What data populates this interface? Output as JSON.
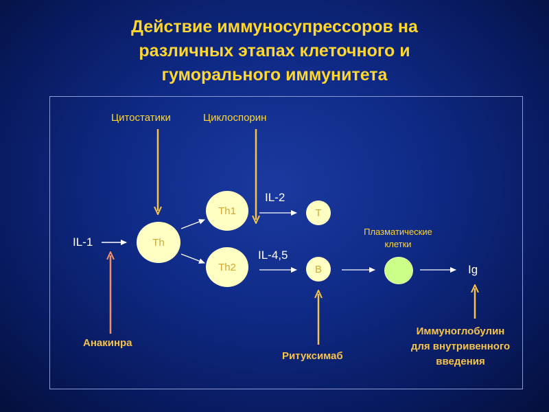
{
  "title": {
    "line1": "Действие иммуносупрессоров на",
    "line2": "различных этапах клеточного и",
    "line3": "гуморального иммунитета"
  },
  "drugs": {
    "cytostatics": "Цитостатики",
    "cyclosporin": "Циклоспорин",
    "anakinra": "Анакинра",
    "rituximab": "Ритуксимаб",
    "ivig_line1": "Иммуноглобулин",
    "ivig_line2": "для внутривенного",
    "ivig_line3": "введения"
  },
  "cells": {
    "th": "Th",
    "th1": "Th1",
    "th2": "Th2",
    "t": "T",
    "b": "B",
    "plasma_line1": "Плазматические",
    "plasma_line2": "клетки",
    "ig": "Ig"
  },
  "cytokines": {
    "il1": "IL-1",
    "il2": "IL-2",
    "il45": "IL-4,5"
  },
  "colors": {
    "title": "#ffd72e",
    "label": "#ffd72e",
    "inhibitor_arrow": "#f7c44a",
    "stimulator_arrow": "#f0906a",
    "cell": "#ffffc4",
    "plasma_cell": "#ccff88",
    "flow_arrow": "#ffffff"
  }
}
